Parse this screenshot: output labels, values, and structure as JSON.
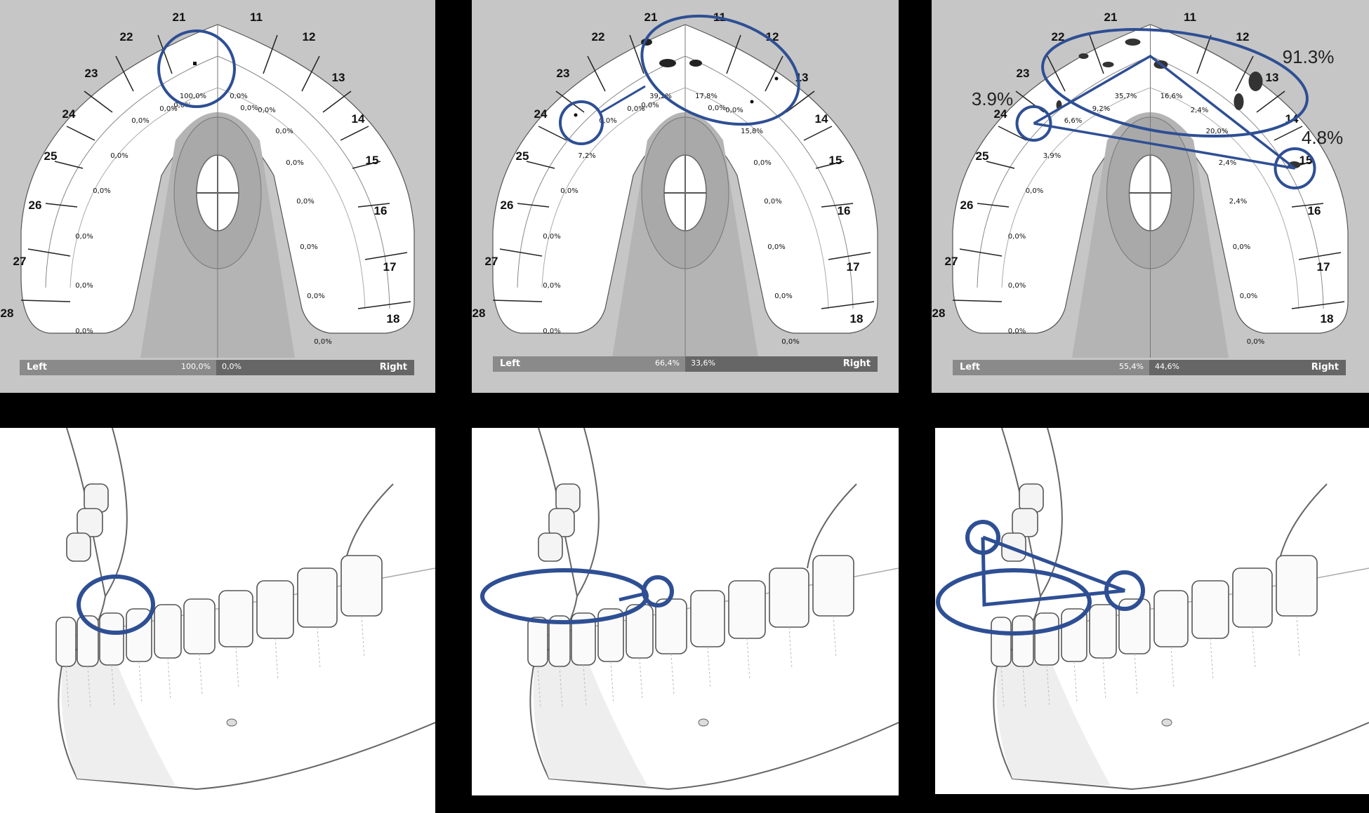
{
  "colors": {
    "background": "#000000",
    "panel_gray": "#c6c6c6",
    "arch_white": "#ffffff",
    "palate": "#a9a9a9",
    "annotation_blue": "#2e4f94",
    "bar_left": "#8a8a8a",
    "bar_right": "#666666"
  },
  "tooth_labels": {
    "upper_left_side": [
      "21",
      "22",
      "23",
      "24",
      "25",
      "26",
      "27",
      "28"
    ],
    "upper_right_side": [
      "11",
      "12",
      "13",
      "14",
      "15",
      "16",
      "17",
      "18"
    ]
  },
  "bar": {
    "left_label": "Left",
    "right_label": "Right"
  },
  "panels": [
    {
      "id": "p1",
      "left_pct": "100,0%",
      "right_pct": "0,0%",
      "left_values": [
        "100,0%",
        "0,0%",
        "0,0%",
        "0,0%",
        "0,0%",
        "0,0%",
        "0,0%",
        "0,0%"
      ],
      "right_values": [
        "0,0%",
        "0,0%",
        "0,0%",
        "0,0%",
        "0,0%",
        "0,0%",
        "0,0%",
        "0,0%"
      ],
      "left_inner": "0,0%",
      "right_inner": "0,0%",
      "annotations": []
    },
    {
      "id": "p2",
      "left_pct": "66,4%",
      "right_pct": "33,6%",
      "left_values": [
        "39,2%",
        "0,0%",
        "0,0%",
        "7,2%",
        "0,0%",
        "0,0%",
        "0,0%",
        "0,0%"
      ],
      "right_values": [
        "17,8%",
        "0,0%",
        "15,8%",
        "0,0%",
        "0,0%",
        "0,0%",
        "0,0%",
        "0,0%"
      ],
      "left_inner": "0,0%",
      "right_inner": "0,0%",
      "annotations": []
    },
    {
      "id": "p3",
      "left_pct": "55,4%",
      "right_pct": "44,6%",
      "left_values": [
        "35,7%",
        "9,2%",
        "6,6%",
        "3,9%",
        "0,0%",
        "0,0%",
        "0,0%",
        "0,0%"
      ],
      "right_values": [
        "16,6%",
        "2,4%",
        "20,0%",
        "2,4%",
        "2,4%",
        "0,0%",
        "0,0%",
        "0,0%"
      ],
      "left_inner": "",
      "right_inner": "",
      "annotations": [
        "91.3%",
        "3.9%",
        "4.8%"
      ]
    }
  ]
}
